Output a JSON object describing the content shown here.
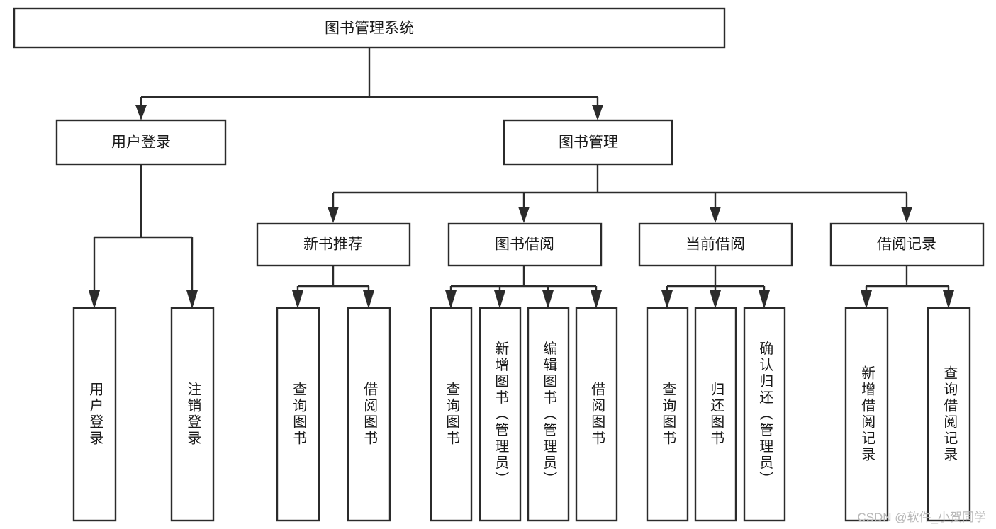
{
  "diagram": {
    "title_node": {
      "label": "图书管理系统"
    },
    "level2": [
      {
        "label": "用户登录"
      },
      {
        "label": "图书管理"
      }
    ],
    "level3": [
      {
        "label": "新书推荐"
      },
      {
        "label": "图书借阅"
      },
      {
        "label": "当前借阅"
      },
      {
        "label": "借阅记录"
      }
    ],
    "leaves": {
      "user_login": [
        {
          "label": "用户登录"
        },
        {
          "label": "注销登录"
        }
      ],
      "new_book_rec": [
        {
          "label": "查询图书"
        },
        {
          "label": "借阅图书"
        }
      ],
      "book_borrow": [
        {
          "label": "查询图书"
        },
        {
          "label": "新增图书（管理员）"
        },
        {
          "label": "编辑图书（管理员）"
        },
        {
          "label": "借阅图书"
        }
      ],
      "current_borrow": [
        {
          "label": "查询图书"
        },
        {
          "label": "归还图书"
        },
        {
          "label": "确认归还（管理员）"
        }
      ],
      "borrow_record": [
        {
          "label": "新增借阅记录"
        },
        {
          "label": "查询借阅记录"
        }
      ]
    }
  },
  "watermark": {
    "text": "CSDN @软件_小贺同学"
  },
  "colors": {
    "stroke": "#2b2b2b",
    "node_fill": "#ffffff",
    "text": "#1a1a1a",
    "watermark": "#b8b8b8",
    "background": "#ffffff"
  }
}
